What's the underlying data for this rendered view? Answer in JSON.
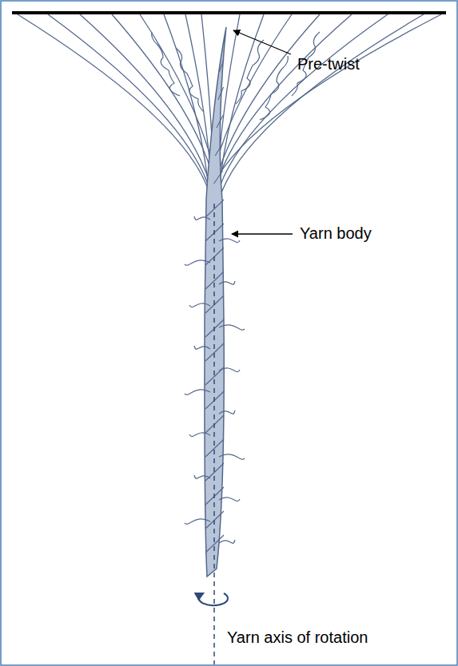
{
  "diagram": {
    "labels": [
      "Pre-twist",
      "Yarn body",
      "Yarn axis of rotation"
    ]
  }
}
